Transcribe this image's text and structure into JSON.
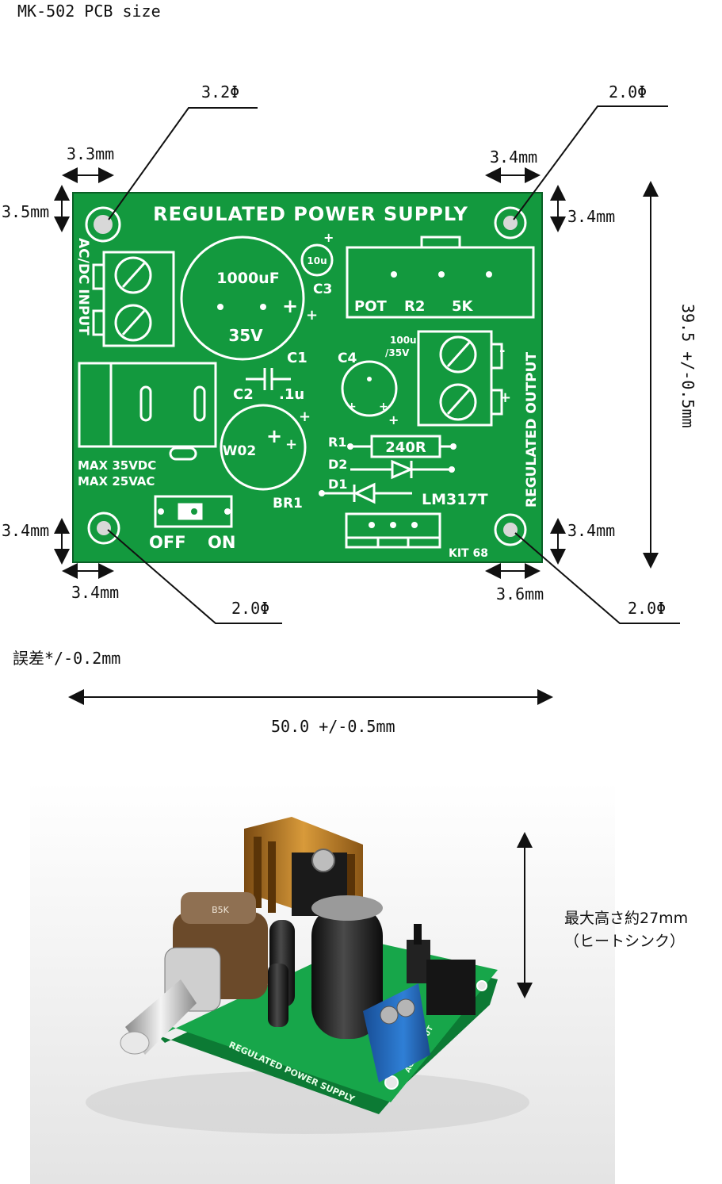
{
  "title": "MK-502 PCB size",
  "board": {
    "heading": "REGULATED POWER SUPPLY",
    "input_label": "AC/DC INPUT",
    "output_label": "REGULATED OUTPUT",
    "cap_value": "1000uF",
    "cap_voltage": "35V",
    "c1": "C1",
    "c2": "C2",
    "c2_value": ".1u",
    "c3": "C3",
    "c3_value": "10u",
    "c4": "C4",
    "c4_value_1": "100u",
    "c4_value_2": "/35V",
    "pot": "POT",
    "r2": "R2",
    "pot_value": "5K",
    "r1": "R1",
    "r1_value": "240R",
    "d2": "D2",
    "d1": "D1",
    "bridge": "W02",
    "br1": "BR1",
    "regulator": "LM317T",
    "max_dc": "MAX 35VDC",
    "max_ac": "MAX 25VAC",
    "off": "OFF",
    "on": "ON",
    "kit": "KIT 68",
    "plus": "+"
  },
  "dimensions": {
    "hole_tl": "3.2Φ",
    "hole_tr": "2.0Φ",
    "hole_bl": "2.0Φ",
    "hole_br": "2.0Φ",
    "tl_x": "3.3mm",
    "tl_y": "3.5mm",
    "tr_x": "3.4mm",
    "tr_y": "3.4mm",
    "bl_y": "3.4mm",
    "bl_x": "3.4mm",
    "br_y": "3.4mm",
    "br_x": "3.6mm",
    "height": "39.5 +/-0.5mm",
    "width": "50.0 +/-0.5mm",
    "tolerance": "誤差*/-0.2mm"
  },
  "photo": {
    "height_note_1": "最大高さ約27mm",
    "height_note_2": "（ヒートシンク）",
    "pot_marking": "B5K",
    "pcb_text_1": "REGULATED POWER SUPPLY",
    "pcb_text_2": "AC/DC INPUT"
  },
  "colors": {
    "pcb": "#119a3e",
    "silk": "#ffffff",
    "terminal": "#1f6fc4",
    "heatsink": "#c98a2a"
  }
}
